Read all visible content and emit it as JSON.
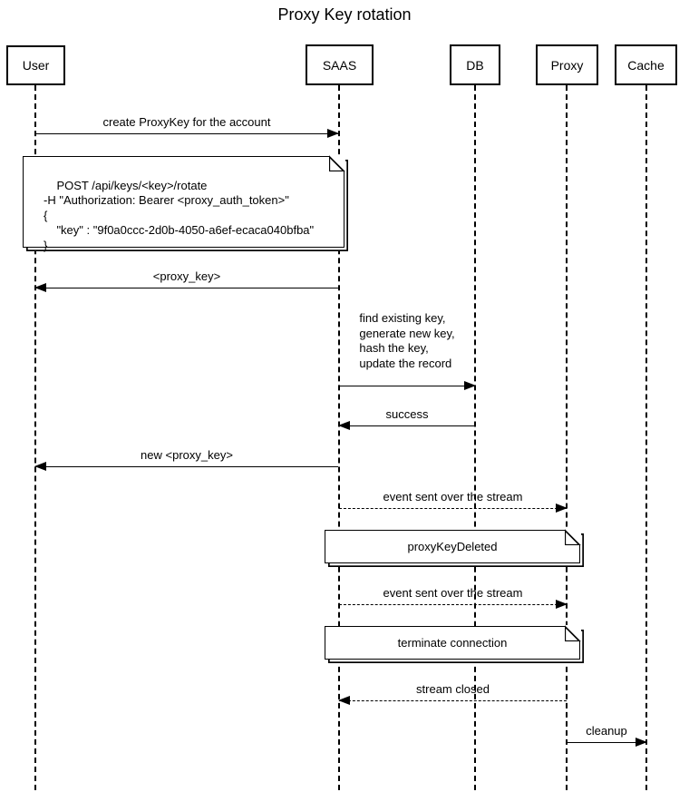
{
  "title": "Proxy Key rotation",
  "participants": [
    {
      "label": "User"
    },
    {
      "label": "SAAS"
    },
    {
      "label": "DB"
    },
    {
      "label": "Proxy"
    },
    {
      "label": "Cache"
    }
  ],
  "messages": [
    {
      "label": "create ProxyKey for the account",
      "from": "User",
      "to": "SAAS",
      "line": "solid"
    },
    {
      "label": "<proxy_key>",
      "from": "SAAS",
      "to": "User",
      "line": "solid"
    },
    {
      "label": "find existing key,\ngenerate new key,\nhash the key,\nupdate the record",
      "from": "SAAS",
      "to": "DB",
      "line": "solid"
    },
    {
      "label": "success",
      "from": "DB",
      "to": "SAAS",
      "line": "solid"
    },
    {
      "label": "new <proxy_key>",
      "from": "SAAS",
      "to": "User",
      "line": "solid"
    },
    {
      "label": "event sent over the stream",
      "from": "SAAS",
      "to": "Proxy",
      "line": "dashed"
    },
    {
      "label": "event sent over the stream",
      "from": "SAAS",
      "to": "Proxy",
      "line": "dashed"
    },
    {
      "label": "stream closed",
      "from": "Proxy",
      "to": "SAAS",
      "line": "dashed"
    },
    {
      "label": "cleanup",
      "from": "Proxy",
      "to": "Cache",
      "line": "solid"
    }
  ],
  "notes": [
    {
      "over": "User,SAAS",
      "text": "POST /api/keys/<key>/rotate\n-H \"Authorization: Bearer <proxy_auth_token>\"\n{\n    \"key\" : \"9f0a0ccc-2d0b-4050-a6ef-ecaca040bfba\"\n}"
    },
    {
      "over": "SAAS,Proxy",
      "text": "proxyKeyDeleted"
    },
    {
      "over": "SAAS,Proxy",
      "text": "terminate connection"
    }
  ]
}
